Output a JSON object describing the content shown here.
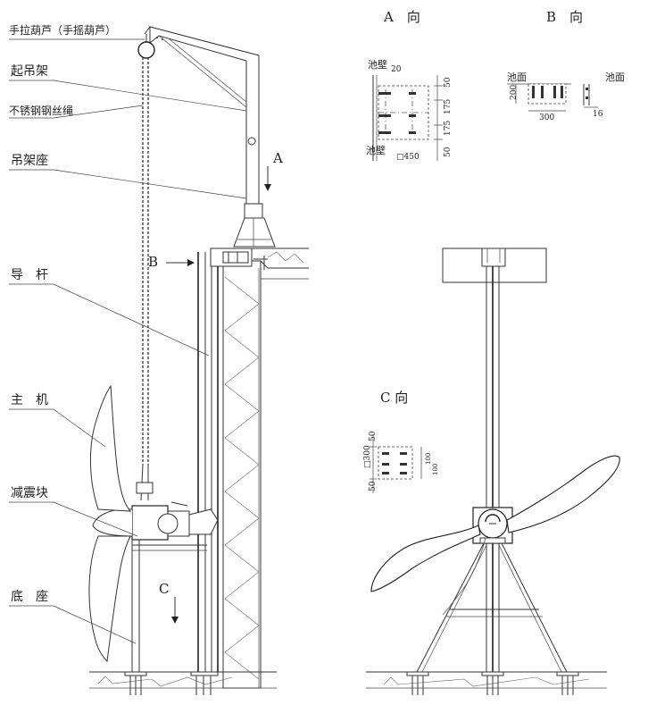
{
  "labels": {
    "hoist": "手拉葫芦（手摇葫芦）",
    "crane_frame": "起吊架",
    "wire_rope": "不锈钢钢丝绳",
    "frame_seat": "吊架座",
    "guide_rod": "导　杆",
    "main_unit": "主　机",
    "damper": "减震块",
    "base": "底　座"
  },
  "view_marks": {
    "a": "A",
    "b": "B",
    "c": "C",
    "a_view": "A　向",
    "b_view": "B　向",
    "c_view": "C 向"
  },
  "detail_a": {
    "wall_top": "池壁",
    "wall_bottom": "池壁",
    "dim_20": "20",
    "dim_50_top": "50",
    "dim_175_a": "175",
    "dim_175_b": "175",
    "dim_50_bottom": "50",
    "dim_450": "□450"
  },
  "detail_b": {
    "surface_left": "池面",
    "surface_right": "池面",
    "dim_200": "200",
    "dim_300": "300",
    "dim_16": "16"
  },
  "detail_c": {
    "dim_50_top": "50",
    "dim_300": "□300",
    "dim_50_bottom": "50",
    "dim_100_a": "100",
    "dim_100_b": "100"
  }
}
